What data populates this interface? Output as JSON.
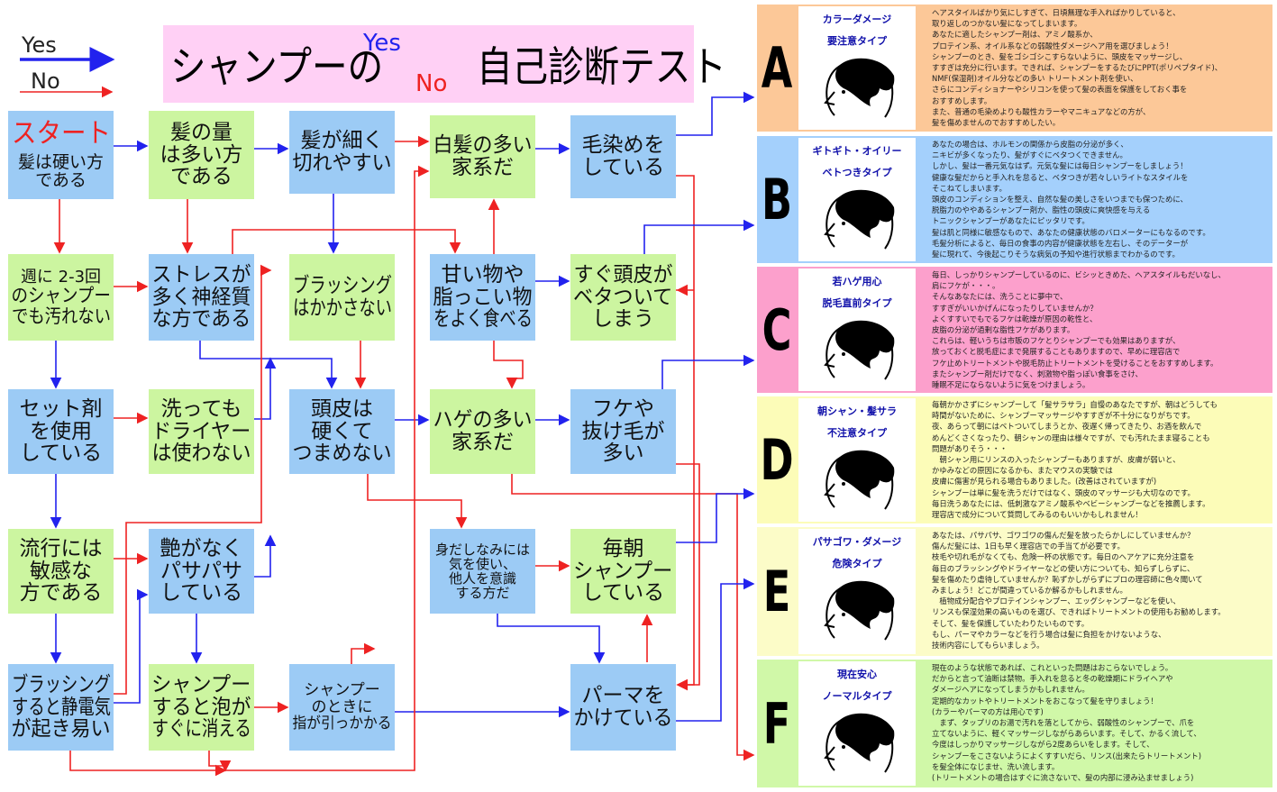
{
  "legend": {
    "yes": "Yes",
    "no": "No",
    "yes_color": "#2222ee",
    "no_color": "#ee2222"
  },
  "title": {
    "left": "シャンプーの",
    "yes": "Yes",
    "no": "No",
    "right": "自己診断テスト"
  },
  "nodes": {
    "n1": {
      "lines": [
        "スタート",
        "髪は硬い方",
        "である"
      ],
      "color": "blue"
    },
    "n2": {
      "lines": [
        "髪の量",
        "は多い方",
        "である"
      ],
      "color": "green"
    },
    "n3": {
      "lines": [
        "髪が細く",
        "切れやすい"
      ],
      "color": "blue"
    },
    "n4": {
      "lines": [
        "白髪の多い",
        "家系だ"
      ],
      "color": "green"
    },
    "n5": {
      "lines": [
        "毛染めを",
        "している"
      ],
      "color": "blue"
    },
    "n6": {
      "lines": [
        "週に 2-3回",
        "のシャンプー",
        "でも汚れない"
      ],
      "color": "green"
    },
    "n7": {
      "lines": [
        "ストレスが",
        "多く神経質",
        "な方である"
      ],
      "color": "blue"
    },
    "n8": {
      "lines": [
        "ブラッシング",
        "はかかさない"
      ],
      "color": "green"
    },
    "n9": {
      "lines": [
        "甘い物や",
        "脂っこい物",
        "をよく食べる"
      ],
      "color": "blue"
    },
    "n10": {
      "lines": [
        "すぐ頭皮が",
        "ベタついて",
        "しまう"
      ],
      "color": "green"
    },
    "n11": {
      "lines": [
        "セット剤",
        "を使用",
        "している"
      ],
      "color": "blue"
    },
    "n12": {
      "lines": [
        "洗っても",
        "ドライヤー",
        "は使わない"
      ],
      "color": "green"
    },
    "n13": {
      "lines": [
        "頭皮は",
        "硬くて",
        "つまめない"
      ],
      "color": "blue"
    },
    "n14": {
      "lines": [
        "ハゲの多い",
        "家系だ"
      ],
      "color": "green"
    },
    "n15": {
      "lines": [
        "フケや",
        "抜け毛が",
        "多い"
      ],
      "color": "blue"
    },
    "n16": {
      "lines": [
        "流行には",
        "敏感な",
        "方である"
      ],
      "color": "green"
    },
    "n17": {
      "lines": [
        "艶がなく",
        "パサパサ",
        "している"
      ],
      "color": "blue"
    },
    "n18": {
      "lines": [
        "身だしなみには",
        "気を使い、",
        "他人を意識",
        "する方だ"
      ],
      "color": "blue"
    },
    "n19": {
      "lines": [
        "毎朝",
        "シャンプー",
        "している"
      ],
      "color": "green"
    },
    "n20": {
      "lines": [
        "ブラッシング",
        "すると静電気",
        "が起き易い"
      ],
      "color": "blue"
    },
    "n21": {
      "lines": [
        "シャンプー",
        "すると泡が",
        "すぐに消える"
      ],
      "color": "green"
    },
    "n22": {
      "lines": [
        "シャンプー",
        "のときに",
        "指が引っかかる"
      ],
      "color": "blue"
    },
    "n23": {
      "lines": [
        "パーマを",
        "かけている"
      ],
      "color": "blue"
    }
  },
  "results": [
    {
      "letter": "A",
      "bg": "#fcc898",
      "name": [
        "カラーダメージ",
        "要注意タイプ"
      ],
      "text": [
        "ヘアスタイルばかり気にしすぎて、日頃無理な手入ればかりしていると、",
        "取り返しのつかない髪になってしまいます。",
        "あなたに適したシャンプー剤は、アミノ酸系か、",
        "プロテイン系、オイル系などの弱酸性ダメージヘア用を選びましょう！",
        "シャンプーのとき、髪をゴシゴシこすらないように、頭皮をマッサージし、",
        "すすぎは充分に行います。できれば、シャンプーをするたびにPPT(ポリペプタイド)、",
        "NMF(保湿剤)オイル分などの多い トリートメント剤を使い、",
        "さらにコンディショナーやシリコンを使って髪の表面を保護をしておく事を",
        "おすすめします。",
        "また、普通の毛染めよりも酸性カラーやマニキュアなどの方が、",
        "髪を傷めませんのでおすすめしたい。"
      ]
    },
    {
      "letter": "B",
      "bg": "#a4d0fc",
      "name": [
        "ギトギト・オイリー",
        "ベトつきタイプ"
      ],
      "text": [
        "あなたの場合は、ホルモンの関係から皮脂の分泌が多く、",
        "ニキビが多くなったり、髪がすぐにベタつくできません。",
        "しかし、髪は一番元気なはず。元気な髪には毎日シャンプーをしましょう！",
        "健康な髪だからと手入れを怠ると、ベタつきが若々しいライトなスタイルを",
        "そこねてしまいます。",
        "頭皮のコンディションを整え、自然な髪の美しさをいつまでも保つために、",
        "脱脂力のややあるシャンプー剤か、脂性の頭皮に爽快感を与える",
        "トニックシャンプーがあなたにピッタリです。",
        "髪は肌と同様に敏感なもので、あなたの健康状態のバロメーターにもなるのです。",
        "毛髪分析によると、毎日の食事の内容が健康状態を左右し、そのデーターが",
        "髪に現れて、今後起こりそうな病気の予知や進行状態までわかるのです。"
      ]
    },
    {
      "letter": "C",
      "bg": "#fca0cc",
      "name": [
        "若ハゲ用心",
        "脱毛直前タイプ"
      ],
      "text": [
        "毎日、しっかりシャンプーしているのに、ビシッときめた、ヘアスタイルもだいなし、",
        "肩にフケが・・・。",
        "そんなあなたには、洗うことに夢中で、",
        "すすぎがいいかげんになったりしていませんか？",
        "よくすすいでもでるフケは乾燥が原因の乾性と、",
        "皮脂の分泌が過剰な脂性フケがあります。",
        "これらは、軽いうちは市販のフケとりシャンプーでも効果はありますが、",
        "放っておくと脱毛症にまで発展することもありますので、早めに理容店で",
        "フケ止めトリートメントや脱毛防止トリートメントを受けることをおすすめします。",
        "またシャンプー剤だけでなく、刺激物や脂っぽい食事をさけ、",
        "睡眠不足にならないように気をつけましょう。"
      ]
    },
    {
      "letter": "D",
      "bg": "#fcfcb8",
      "name": [
        "朝シャン・髪サラ",
        "不注意タイプ"
      ],
      "text": [
        "毎朝かかさずにシャンプーして「髪サラサラ」自慢のあなたですが、朝はどうしても",
        "時間がないために、シャンプーマッサージやすすぎが不十分になりがちです。",
        "夜、あらって朝にはベトついてしまうとか、夜遅く帰ってきたり、お酒を飲んで",
        "めんどくさくなったり、朝シャンの理由は様々ですが、でも汚れたまま寝ることも",
        "問題がありそう・・・",
        "　朝シャン用にリンスの入ったシャンプーもありますが、皮膚が弱いと、",
        "かゆみなどの原因になるかも、またマウスの実験では",
        "皮膚に傷害が見られる場合もありました。(改善はされていますが)",
        "シャンプーは単に髪を洗うだけではなく、頭皮のマッサージも大切なのです。",
        "毎日洗うあなたには、低刺激なアミノ酸系やベビーシャンプーなどを推薦します。",
        "理容店で成分について質問してみるのもいいかもしれません！"
      ]
    },
    {
      "letter": "E",
      "bg": "#fcfcc8",
      "name": [
        "パサゴワ・ダメージ",
        "危険タイプ"
      ],
      "text": [
        "あなたは、パサパサ、ゴワゴワの傷んだ髪を放ったらかしにしていませんか？",
        "傷んだ髪には、1日も早く理容店での手当てが必要です。",
        "枝毛や切れ毛がなくても、危険一杯の状態です。毎日のヘアケアに充分注意を",
        "毎日のブラッシングやドライヤーなどの使い方についても、知らずしらずに、",
        "髪を傷めたり虐待していませんか？恥ずかしがらずにプロの理容師に色々聞いて",
        "みましょう！どこが間違っているか解るかもしれません。",
        "　植物成分配合やプロテインシャンプー、エッグシャンプーなどを使い、",
        "リンスも保湿効果の高いものを選び、できればトリートメントの使用もお勧めします。",
        "そして、髪を保護していたわりたいものです。",
        "もし、パーマやカラーなどを行う場合は髪に負担をかけないような、",
        "技術内容にしてもらいましょう。"
      ]
    },
    {
      "letter": "F",
      "bg": "#d0f8a8",
      "name": [
        "現在安心",
        "ノーマルタイプ"
      ],
      "text": [
        "現在のような状態であれば、これといった問題はおこらないでしょう。",
        "だからと言って油断は禁物。手入れを怠ると冬の乾燥期にドライヘアや",
        "ダメージヘアになってしまうかもしれません。",
        "定期的なカットやトリートメントをおこなって髪を守りましょう！",
        "(カラーやパーマの方は用心です)",
        "　まず、タップリのお湯で汚れを落としてから、弱酸性のシャンプーで、爪を",
        "立てないように、軽くマッサージしながらあらいます。そして、かるく流して、",
        "今度はしっかりマッサージしながら2度あらいをします。そして、",
        "シャンプーをこさないようによくすすいだら、リンス(出来たらトリートメント)",
        "を髪全体になじませ、洗い流します。",
        "(トリートメントの場合はすぐに流さないで、髪の内部に浸み込ませましょう)"
      ]
    }
  ]
}
